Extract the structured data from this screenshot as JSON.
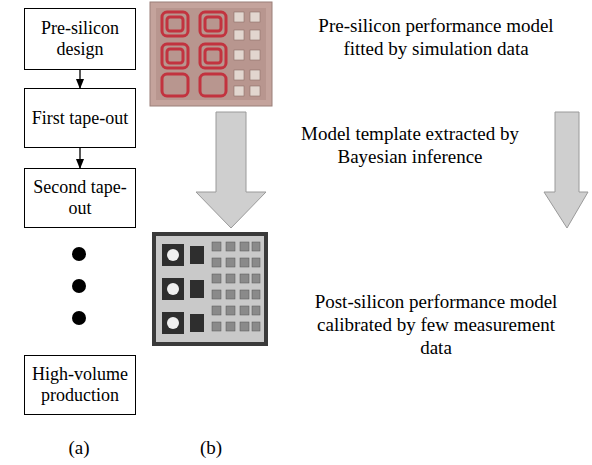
{
  "diagram": {
    "nodes": [
      {
        "text": [
          "Pre-silicon design"
        ]
      },
      {
        "text": [
          "First tape-out"
        ]
      },
      {
        "text": [
          "Second tape-out"
        ]
      },
      {
        "text": [
          "High-volume production"
        ]
      }
    ],
    "edges": [
      {
        "from": 0,
        "to": 1,
        "arrow": "to"
      },
      {
        "from": 1,
        "to": 2,
        "arrow": "to"
      }
    ],
    "labels": [
      "Pre-silicon performance model fitted by simulation data",
      "Model template extracted by Bayesian inference",
      "Post-silicon performance model calibrated by few measurement data",
      "(a)",
      "(b)"
    ]
  }
}
